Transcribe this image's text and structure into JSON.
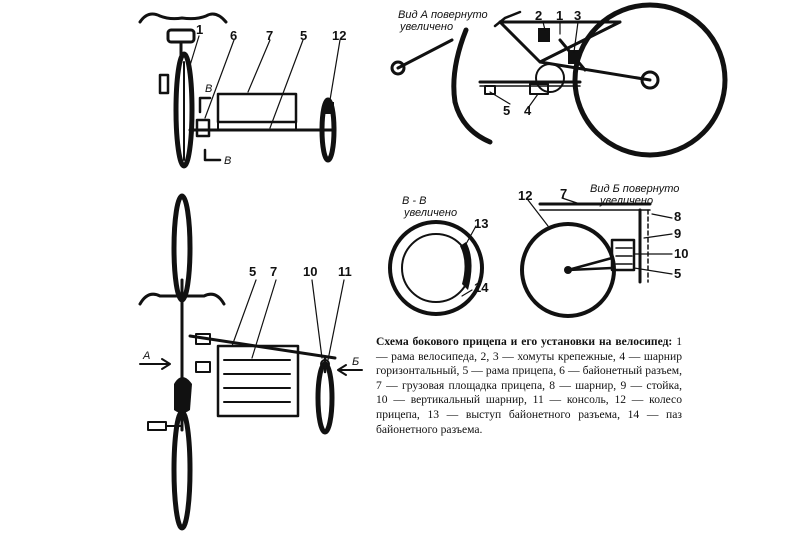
{
  "labels": {
    "front": {
      "n1": "1",
      "n6": "6",
      "n7": "7",
      "n5": "5",
      "n12": "12",
      "sectionB_top": "В",
      "sectionB_bottom": "В"
    },
    "viewA": {
      "title_line1": "Вид А повернуто",
      "title_line2": "увеличено",
      "n2": "2",
      "n1": "1",
      "n3": "3",
      "n5": "5",
      "n4": "4"
    },
    "top": {
      "n5": "5",
      "n7": "7",
      "n10": "10",
      "n11": "11",
      "arrowA": "А",
      "arrowB": "Б"
    },
    "sectionBB": {
      "title_line1": "В - В",
      "title_line2": "увеличено",
      "n13": "13",
      "n14": "14"
    },
    "viewB": {
      "title_line1": "Вид Б повернуто",
      "title_line2": "увеличено",
      "n7": "7",
      "n12": "12",
      "n8": "8",
      "n9": "9",
      "n10": "10",
      "n5": "5"
    }
  },
  "caption": {
    "title": "Схема бокового прицепа и его установки на велосипед:",
    "body": "1 — рама велосипеда, 2, 3 — хомуты крепежные, 4 — шарнир горизонтальный, 5 — рама прицепа, 6 — байонетный разъем, 7 — грузовая площадка прицепа, 8 — шарнир, 9 — стойка, 10 — вертикальный шарнир, 11 — консоль, 12 — колесо прицепа, 13 — выступ байонетного разъема, 14 — паз байонетного разъема."
  }
}
